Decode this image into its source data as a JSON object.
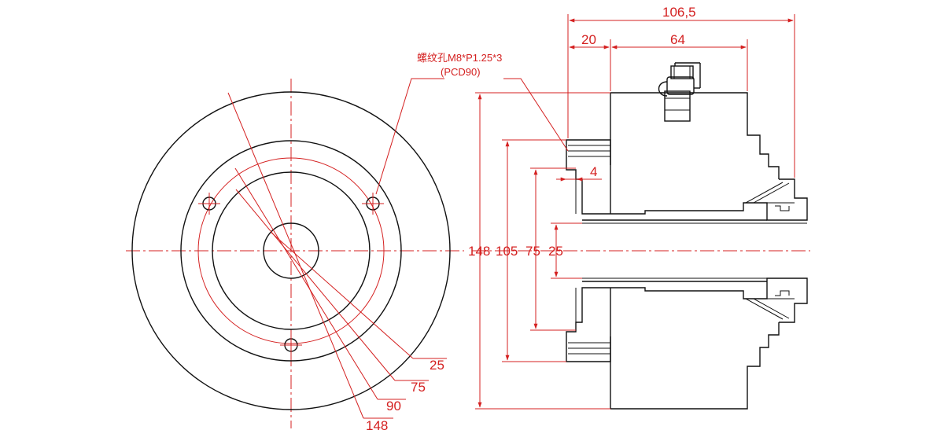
{
  "colors": {
    "outline": "#111111",
    "dimension": "#d42020",
    "background": "#ffffff"
  },
  "annotation": {
    "line1": "螺纹孔M8*P1.25*3",
    "line2": "(PCD90)"
  },
  "front_view": {
    "diameter_labels": {
      "d148": "148",
      "d90": "90",
      "d75": "75",
      "d25": "25"
    }
  },
  "side_view": {
    "length_labels": {
      "total": "106,5",
      "flange": "20",
      "body": "64",
      "step": "4"
    },
    "diameter_labels": {
      "d148": "148",
      "d105": "105",
      "d75": "75",
      "d25": "25"
    }
  }
}
